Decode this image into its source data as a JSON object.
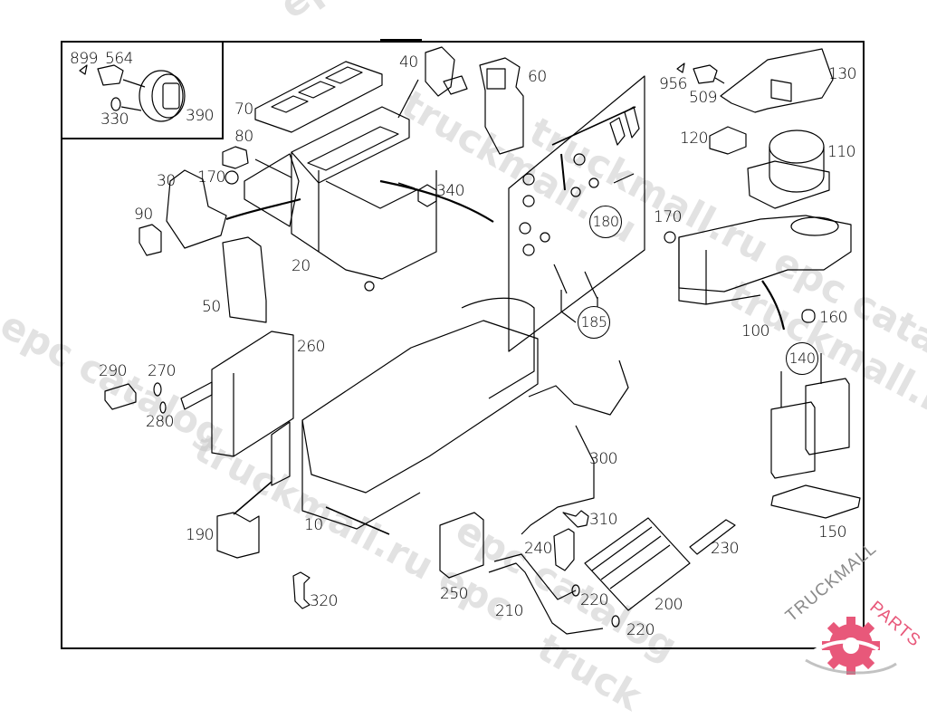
{
  "diagram": {
    "title": "Heating / air-conditioning unit exploded view",
    "inset_labels": [
      {
        "id": "899",
        "text": "899"
      },
      {
        "id": "564",
        "text": "564"
      },
      {
        "id": "330",
        "text": "330"
      },
      {
        "id": "390",
        "text": "390"
      }
    ],
    "part_labels": [
      {
        "id": "70",
        "text": "70"
      },
      {
        "id": "40",
        "text": "40"
      },
      {
        "id": "60",
        "text": "60"
      },
      {
        "id": "80",
        "text": "80"
      },
      {
        "id": "30",
        "text": "30"
      },
      {
        "id": "170a",
        "text": "170"
      },
      {
        "id": "90",
        "text": "90"
      },
      {
        "id": "20",
        "text": "20"
      },
      {
        "id": "340",
        "text": "340"
      },
      {
        "id": "50",
        "text": "50"
      },
      {
        "id": "180",
        "text": "180",
        "circled": true
      },
      {
        "id": "185",
        "text": "185",
        "circled": true
      },
      {
        "id": "956",
        "text": "956"
      },
      {
        "id": "509",
        "text": "509"
      },
      {
        "id": "130",
        "text": "130"
      },
      {
        "id": "120",
        "text": "120"
      },
      {
        "id": "110",
        "text": "110"
      },
      {
        "id": "170b",
        "text": "170"
      },
      {
        "id": "100",
        "text": "100"
      },
      {
        "id": "160",
        "text": "160"
      },
      {
        "id": "140",
        "text": "140",
        "circled": true
      },
      {
        "id": "150",
        "text": "150"
      },
      {
        "id": "260",
        "text": "260"
      },
      {
        "id": "290",
        "text": "290"
      },
      {
        "id": "270",
        "text": "270"
      },
      {
        "id": "280",
        "text": "280"
      },
      {
        "id": "300",
        "text": "300"
      },
      {
        "id": "310",
        "text": "310"
      },
      {
        "id": "10",
        "text": "10"
      },
      {
        "id": "190",
        "text": "190"
      },
      {
        "id": "240",
        "text": "240"
      },
      {
        "id": "230",
        "text": "230"
      },
      {
        "id": "250",
        "text": "250"
      },
      {
        "id": "210",
        "text": "210"
      },
      {
        "id": "220a",
        "text": "220"
      },
      {
        "id": "220b",
        "text": "220"
      },
      {
        "id": "200",
        "text": "200"
      },
      {
        "id": "320",
        "text": "320"
      }
    ]
  },
  "watermarks": [
    "epc catalog",
    "truckmall.ru",
    "truckmall.ru epc catalog",
    "l epc catalog",
    "truckmall.ru e",
    "epc catalog",
    "truckmall.ru epc",
    "truck"
  ],
  "logo": {
    "text_left": "TRUCKMALL",
    "text_right": "PARTS",
    "accent_color": "#e8587a",
    "gray_color": "#9a9a9a"
  }
}
